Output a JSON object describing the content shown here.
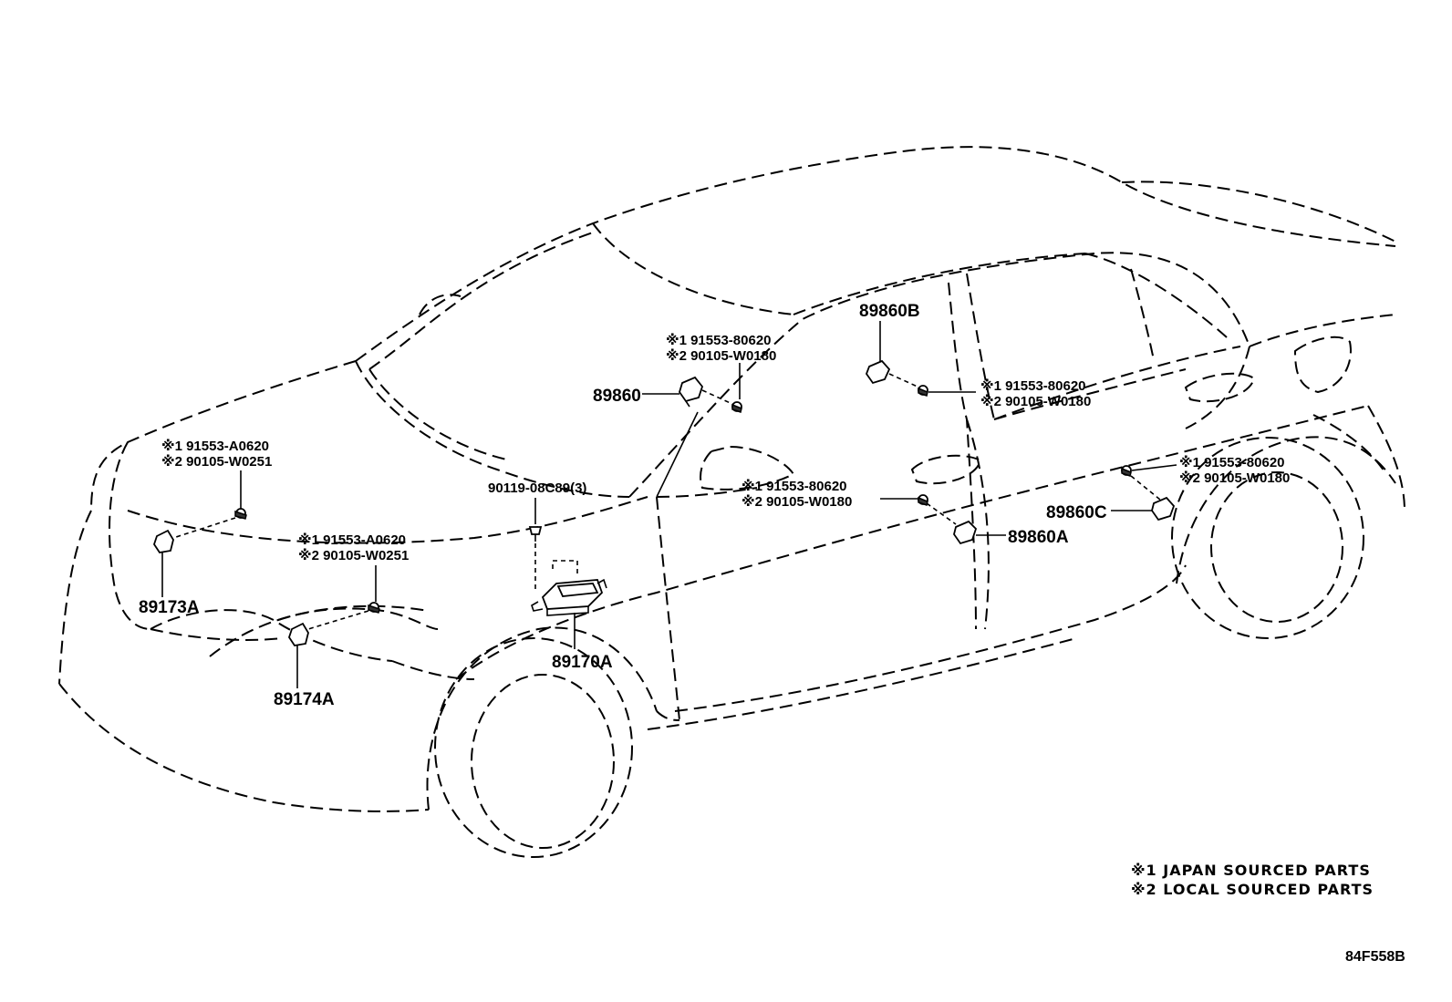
{
  "parts": {
    "p89860": {
      "label": "89860",
      "part1": "※1 91553-80620",
      "part2": "※2 90105-W0180"
    },
    "p89860B": {
      "label": "89860B",
      "part1": "※1 91553-80620",
      "part2": "※2 90105-W0180"
    },
    "p89860A": {
      "label": "89860A",
      "part1": "※1 91553-80620",
      "part2": "※2 90105-W0180"
    },
    "p89860C": {
      "label": "89860C",
      "part1": "※1 91553-80620",
      "part2": "※2 90105-W0180"
    },
    "p89173A": {
      "label": "89173A",
      "part1": "※1 91553-A0620",
      "part2": "※2 90105-W0251"
    },
    "p89174A": {
      "label": "89174A",
      "part1": "※1 91553-A0620",
      "part2": "※2 90105-W0251"
    },
    "p89170A": {
      "label": "89170A",
      "bolt": "90119-08C89(3)"
    }
  },
  "legend": {
    "note1": "※1 JAPAN SOURCED PARTS",
    "note2": "※2 LOCAL SOURCED PARTS"
  },
  "diagram_code": "84F558B"
}
